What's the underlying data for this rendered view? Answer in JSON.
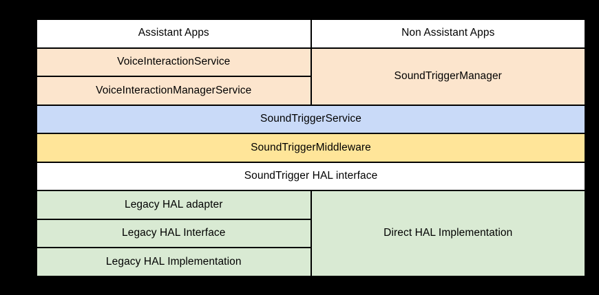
{
  "diagram": {
    "background_color": "#000000",
    "border_color": "#000000",
    "text_color": "#000000",
    "colors": {
      "white": "#ffffff",
      "peach": "#fce5cd",
      "blue": "#c9daf8",
      "yellow": "#ffe599",
      "green": "#d9ead3"
    },
    "cells": {
      "assistant_apps": {
        "label": "Assistant Apps",
        "fill": "#ffffff"
      },
      "non_assistant_apps": {
        "label": "Non Assistant Apps",
        "fill": "#ffffff"
      },
      "voice_interaction_service": {
        "label": "VoiceInteractionService",
        "fill": "#fce5cd"
      },
      "sound_trigger_manager": {
        "label": "SoundTriggerManager",
        "fill": "#fce5cd"
      },
      "voice_interaction_manager_service": {
        "label": "VoiceInteractionManagerService",
        "fill": "#fce5cd"
      },
      "sound_trigger_service": {
        "label": "SoundTriggerService",
        "fill": "#c9daf8"
      },
      "sound_trigger_middleware": {
        "label": "SoundTriggerMiddleware",
        "fill": "#ffe599"
      },
      "soundtrigger_hal_interface": {
        "label": "SoundTrigger HAL interface",
        "fill": "#ffffff"
      },
      "legacy_hal_adapter": {
        "label": "Legacy HAL adapter",
        "fill": "#d9ead3"
      },
      "direct_hal_implementation": {
        "label": "Direct HAL Implementation",
        "fill": "#d9ead3"
      },
      "legacy_hal_interface": {
        "label": "Legacy HAL Interface",
        "fill": "#d9ead3"
      },
      "legacy_hal_implementation": {
        "label": "Legacy HAL Implementation",
        "fill": "#d9ead3"
      }
    }
  }
}
